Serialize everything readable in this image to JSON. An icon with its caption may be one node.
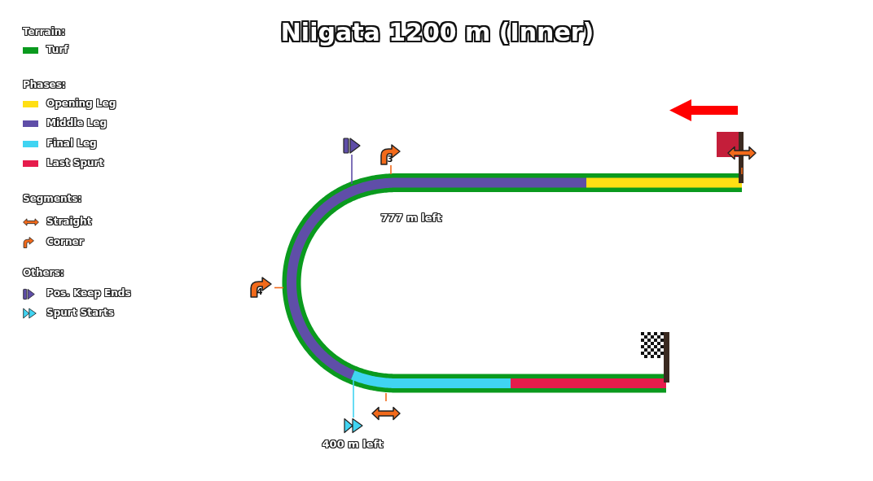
{
  "diagram": {
    "title": "Niigata 1200 m (Inner)",
    "labels": [
      "Terrain:",
      "Phases:",
      "Segments:",
      "Others:",
      "3",
      "777 m left",
      "4",
      "400 m left"
    ],
    "legend": [
      {
        "text": "Turf",
        "color": "#0a9a1e"
      },
      {
        "text": "Opening Leg",
        "color": "#ffdf14"
      },
      {
        "text": "Middle Leg",
        "color": "#5f4ea8"
      },
      {
        "text": "Final Leg",
        "color": "#40d4f2"
      },
      {
        "text": "Last Spurt",
        "color": "#e61c4c"
      },
      {
        "text": "Straight"
      },
      {
        "text": "Corner"
      },
      {
        "text": "Pos. Keep Ends"
      },
      {
        "text": "Spurt Starts"
      }
    ]
  }
}
